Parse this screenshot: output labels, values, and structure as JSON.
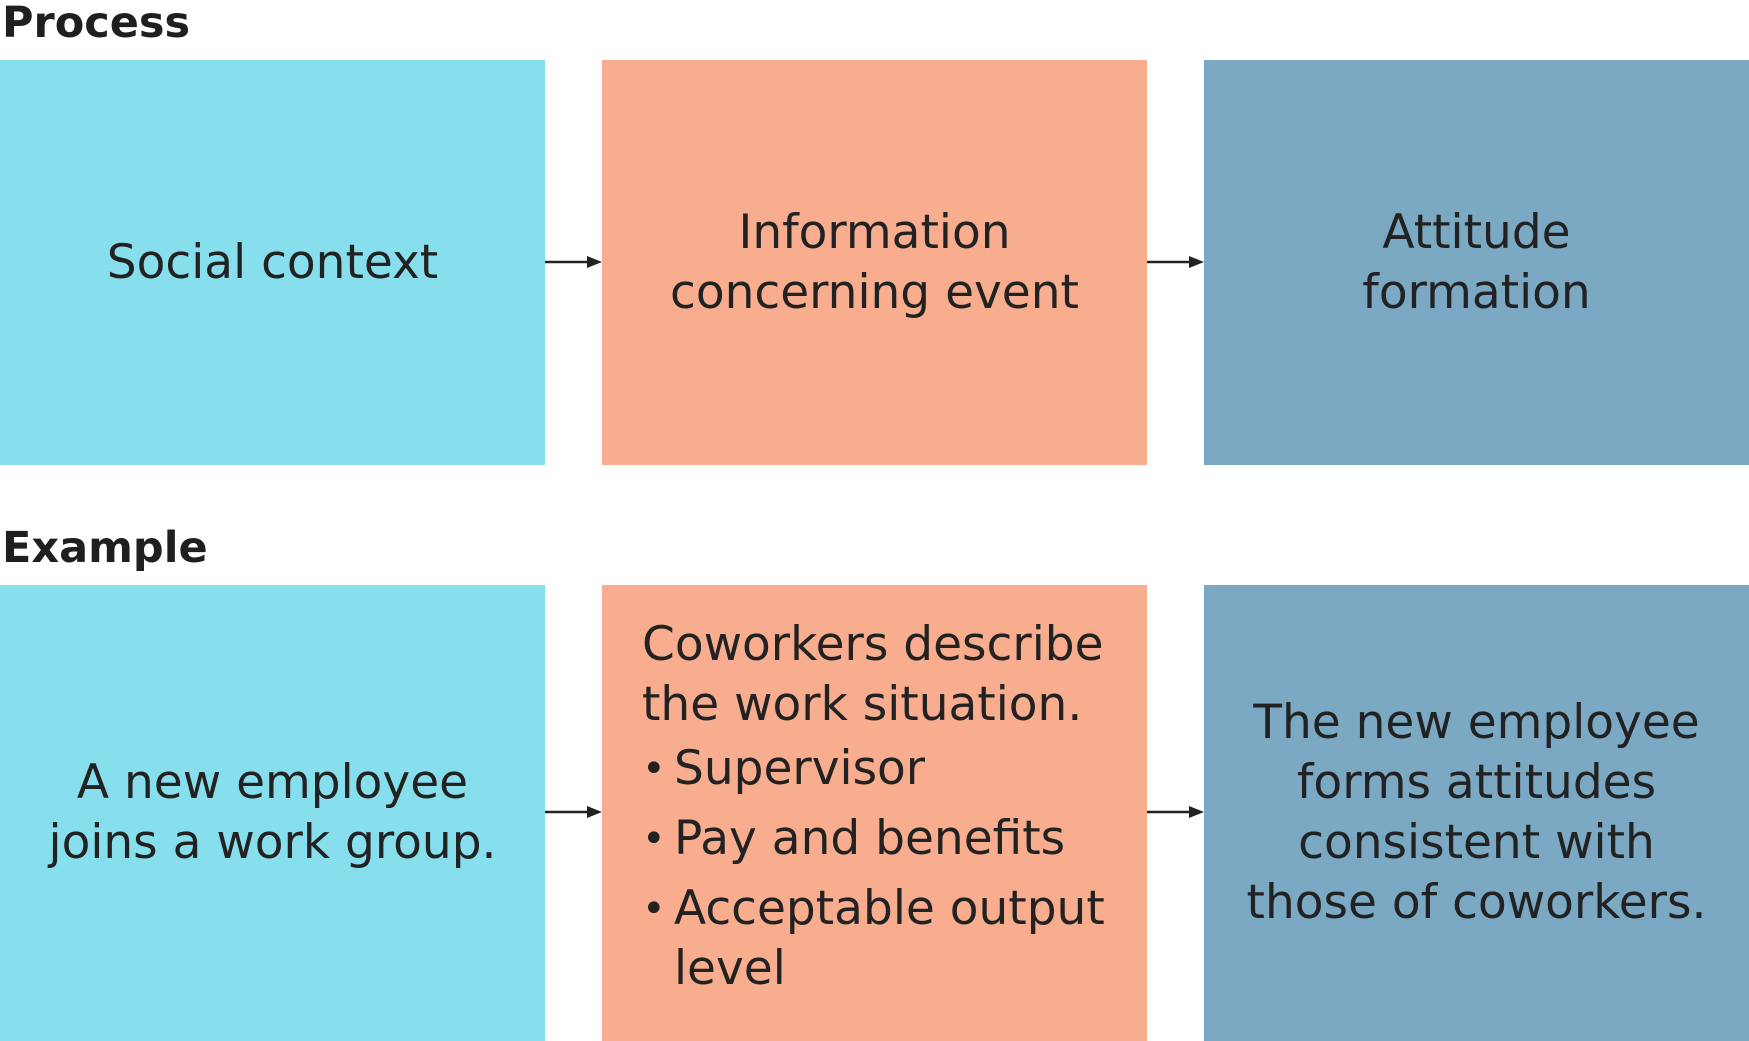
{
  "headings": {
    "process": "Process",
    "example": "Example"
  },
  "process": {
    "step1": "Social context",
    "step2": "Information\nconcerning event",
    "step3": "Attitude\nformation"
  },
  "example": {
    "step1": "A new employee\njoins a work group.",
    "step2_intro": "Coworkers describe\nthe work situation.",
    "step2_bullets": [
      "Supervisor",
      "Pay and benefits",
      "Acceptable output\nlevel"
    ],
    "step3": "The new employee\nforms attitudes\nconsistent with\nthose of coworkers."
  },
  "colors": {
    "column1": "#87dfee",
    "column2": "#f7ad8e",
    "column3": "#7ba9c4",
    "arrow": "#222222"
  }
}
